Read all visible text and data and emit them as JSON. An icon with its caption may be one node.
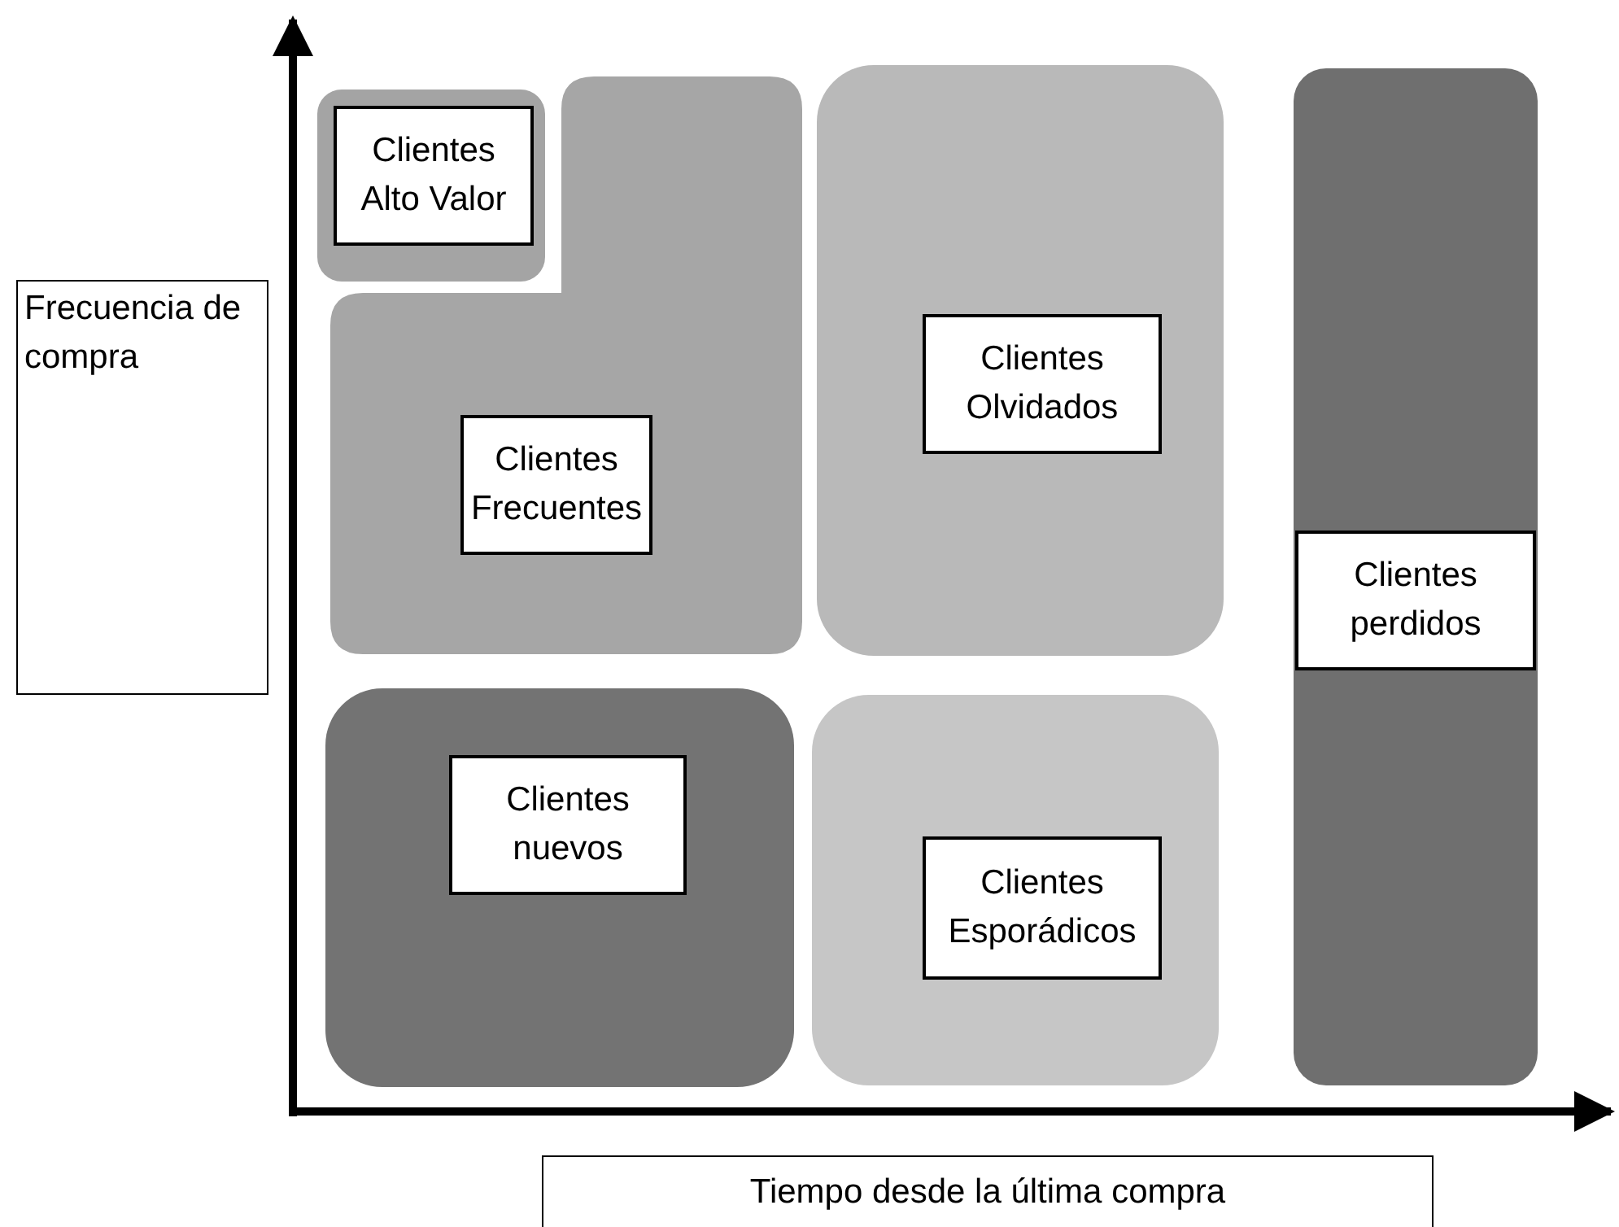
{
  "diagram": {
    "nodes": [
      {
        "text": [
          "Clientes Alto Valor"
        ]
      },
      {
        "text": [
          "Frecuencia de compra"
        ]
      },
      {
        "text": [
          "Clientes Frecuentes"
        ]
      },
      {
        "text": [
          "Clientes Olvidados"
        ]
      },
      {
        "text": [
          "Clientes perdidos"
        ]
      },
      {
        "text": [
          "Clientes nuevos"
        ]
      },
      {
        "text": [
          "Clientes Esporádicos"
        ]
      },
      {
        "text": [
          "Tiempo desde la última compra"
        ]
      }
    ]
  }
}
